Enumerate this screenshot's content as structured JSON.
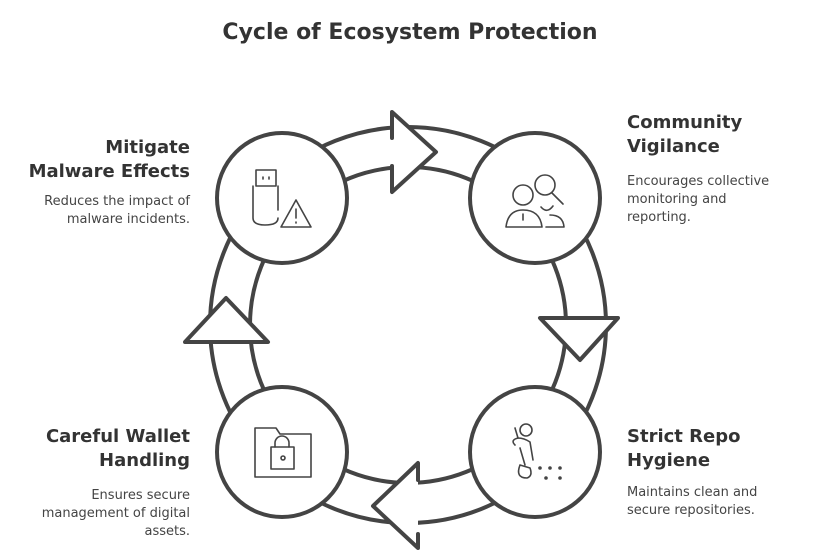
{
  "title": "Cycle of Ecosystem Protection",
  "nodes": [
    {
      "heading": "Mitigate Malware Effects",
      "l1": "Mitigate",
      "l2": "Malware Effects",
      "d1": "Reduces the impact of",
      "d2": "malware incidents.",
      "icon": "usb-warning-icon"
    },
    {
      "heading": "Community Vigilance",
      "l1": "Community",
      "l2": "Vigilance",
      "d1": "Encourages collective",
      "d2": "monitoring and",
      "d3": "reporting.",
      "icon": "people-search-icon"
    },
    {
      "heading": "Strict Repo Hygiene",
      "l1": "Strict Repo",
      "l2": "Hygiene",
      "d1": "Maintains clean and",
      "d2": "secure repositories.",
      "icon": "person-sweeping-icon"
    },
    {
      "heading": "Careful Wallet Handling",
      "l1": "Careful Wallet",
      "l2": "Handling",
      "d1": "Ensures secure",
      "d2": "management of digital",
      "d3": "assets.",
      "icon": "locked-folder-icon"
    }
  ],
  "colors": {
    "stroke": "#444444",
    "text": "#333333"
  }
}
